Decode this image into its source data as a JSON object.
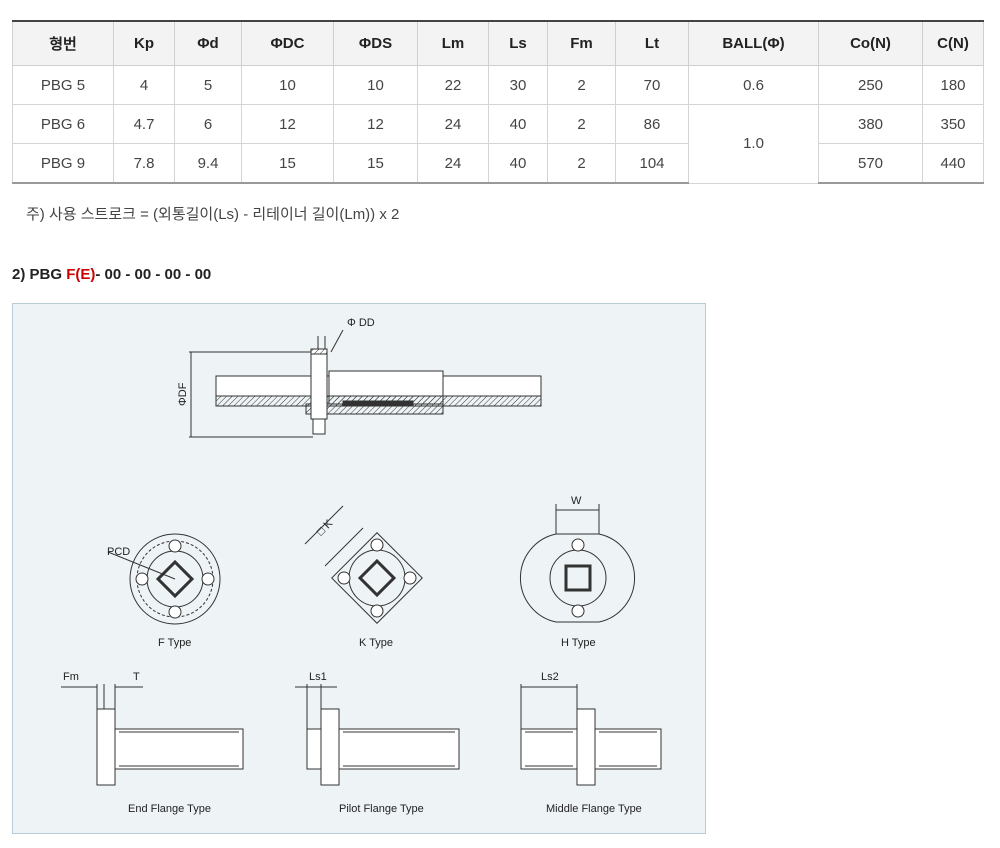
{
  "table": {
    "headers": [
      "형번",
      "Kp",
      "Φd",
      "ΦDC",
      "ΦDS",
      "Lm",
      "Ls",
      "Fm",
      "Lt",
      "BALL(Φ)",
      "Co(N)",
      "C(N)"
    ],
    "rows": [
      [
        "PBG 5",
        "4",
        "5",
        "10",
        "10",
        "22",
        "30",
        "2",
        "70",
        "0.6",
        "250",
        "180"
      ],
      [
        "PBG 6",
        "4.7",
        "6",
        "12",
        "12",
        "24",
        "40",
        "2",
        "86",
        "1.0",
        "380",
        "350"
      ],
      [
        "PBG 9",
        "7.8",
        "9.4",
        "15",
        "15",
        "24",
        "40",
        "2",
        "104",
        "",
        "570",
        "440"
      ]
    ]
  },
  "note": "주) 사용 스트로크 = (외통길이(Ls) - 리테이너 길이(Lm)) x 2",
  "code": {
    "prefix": "2) PBG ",
    "highlight": "F(E)",
    "suffix": "- 00 - 00 - 00 - 00"
  },
  "drawing": {
    "labels": {
      "dd": "Φ DD",
      "df": "ΦDF",
      "pcd": "PCD",
      "k": "□ K",
      "w": "W",
      "fm": "Fm",
      "t": "T",
      "ls1": "Ls1",
      "ls2": "Ls2"
    },
    "captions": {
      "f_type": "F Type",
      "k_type": "K Type",
      "h_type": "H Type",
      "end": "End Flange Type",
      "pilot": "Pilot Flange Type",
      "middle": "Middle Flange Type"
    }
  }
}
